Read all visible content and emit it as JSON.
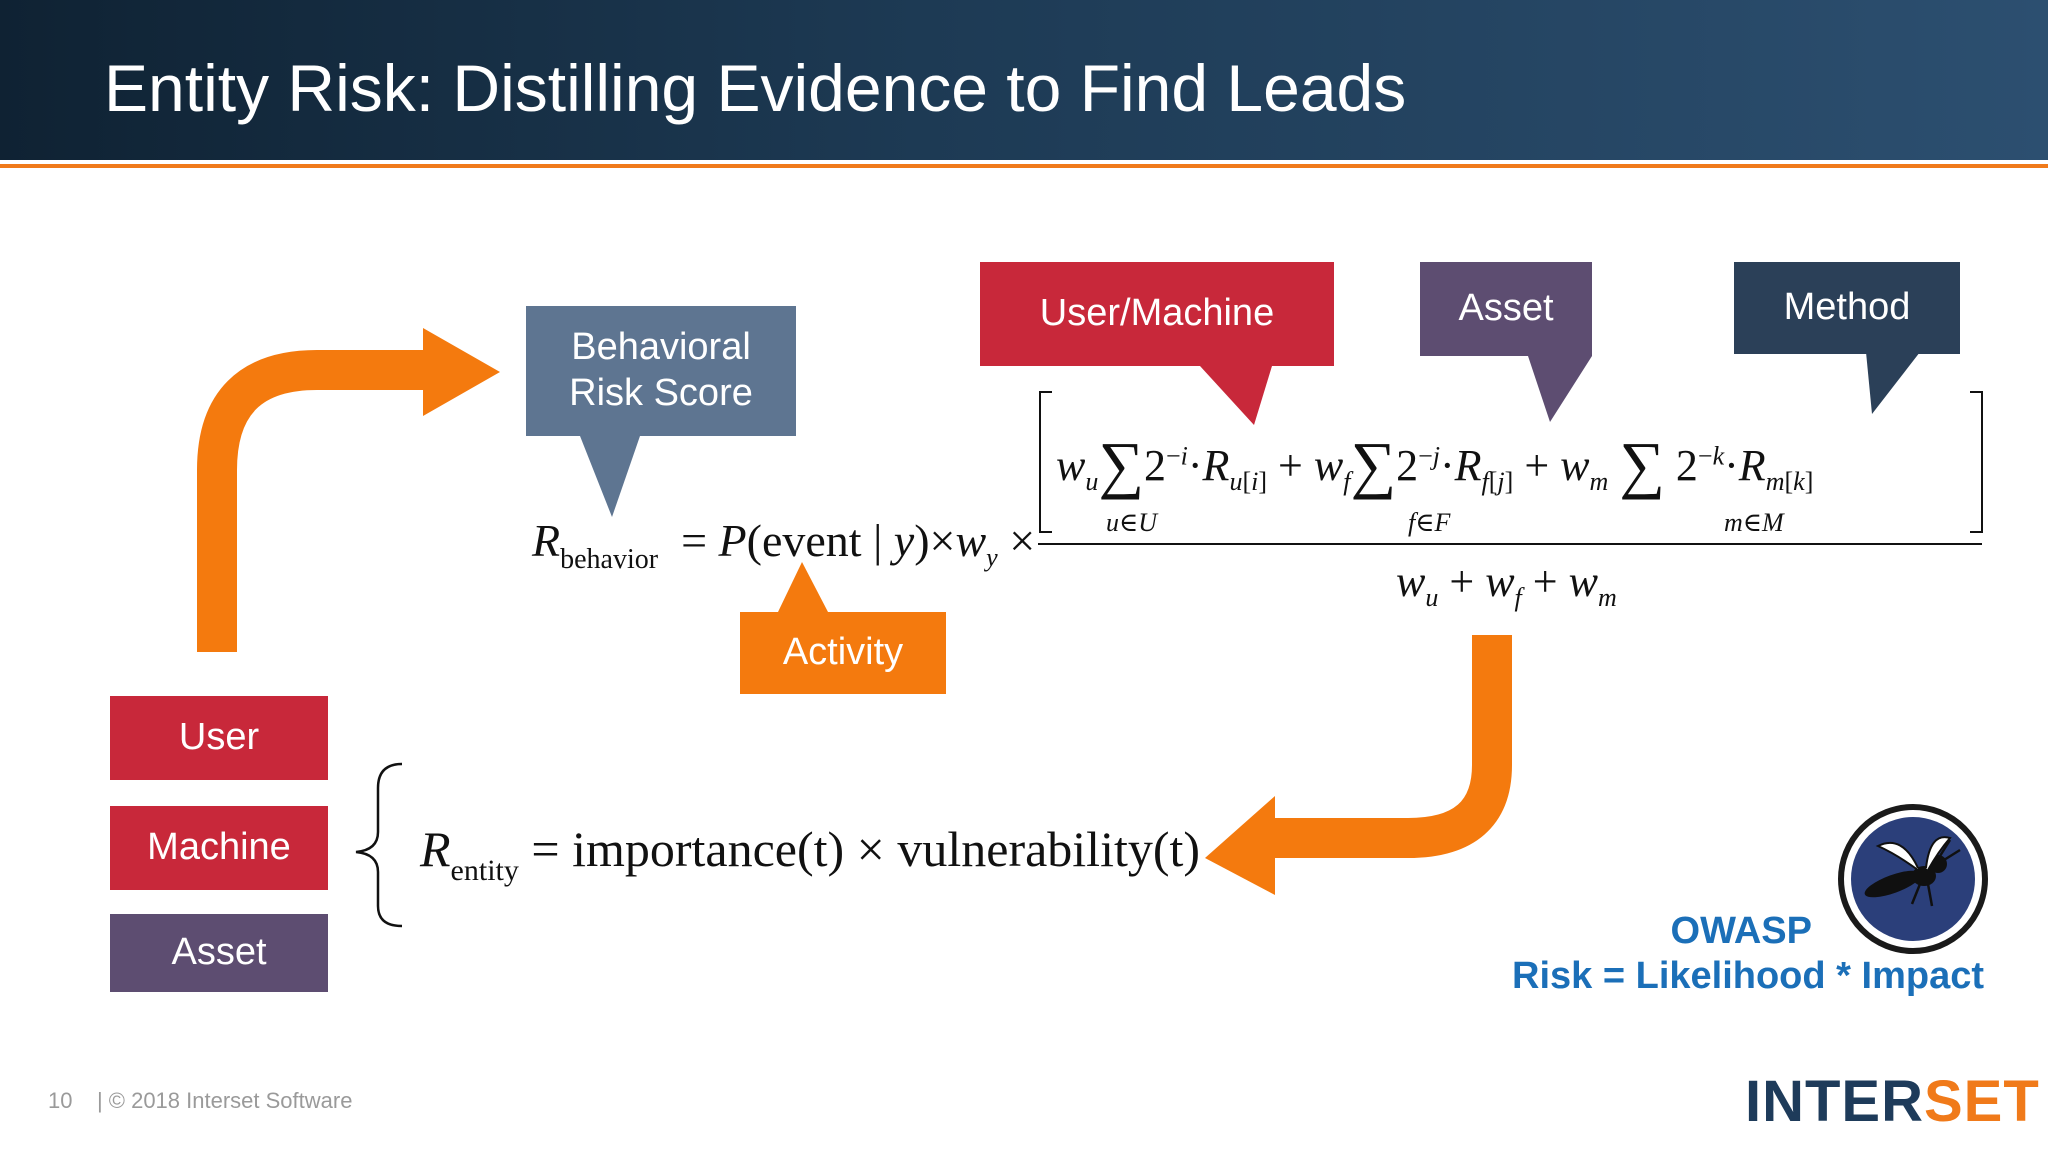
{
  "title": "Entity Risk: Distilling Evidence to Find Leads",
  "labels": {
    "behavioral_line1": "Behavioral",
    "behavioral_line2": "Risk Score",
    "user_machine": "User/Machine",
    "asset": "Asset",
    "method": "Method",
    "activity": "Activity"
  },
  "entities": [
    "User",
    "Machine",
    "Asset"
  ],
  "formulas": {
    "entity_lhs": "R",
    "entity_sub": "entity",
    "entity_rhs": "= importance(t) × vulnerability(t)"
  },
  "owasp": {
    "name": "OWASP",
    "equation": "Risk = Likelihood * Impact"
  },
  "footer": {
    "page": "10",
    "copyright": "| © 2018 Interset Software"
  },
  "brand": {
    "part1": "INTER",
    "part2": "SET"
  },
  "colors": {
    "header_dark": "#0f2233",
    "accent_orange": "#f07a1a",
    "red": "#c8283a",
    "purple": "#5d4d71",
    "slate": "#5e7591",
    "navy": "#2b4058",
    "owasp_blue": "#1b6fb8"
  }
}
